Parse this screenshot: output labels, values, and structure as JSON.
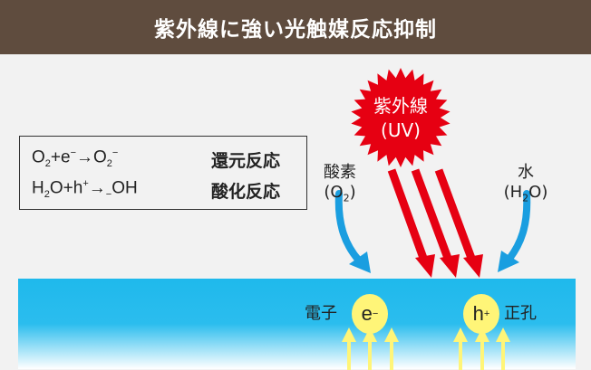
{
  "header": {
    "title": "紫外線に強い光触媒反応抑制"
  },
  "equations": [
    {
      "formula": {
        "a": "O",
        "a_sub": "2",
        "b": "+e",
        "b_sup": "−",
        "c": "→O",
        "c_sub": "2",
        "c_sup": "−"
      },
      "reaction": "還元反応"
    },
    {
      "formula": {
        "a": "H",
        "a_sub": "2",
        "b": "O+h",
        "b_sup": "+",
        "c": "→",
        "c_sub": "−",
        "d": "OH"
      },
      "reaction": "酸化反応"
    }
  ],
  "uv": {
    "line1": "紫外線",
    "line2": "(UV)"
  },
  "oxygen": {
    "line1": "酸素",
    "line2_open": "(O",
    "line2_sub": "2",
    "line2_close": ")"
  },
  "water": {
    "line1": "水",
    "line2_open": "(H",
    "line2_sub": "2",
    "line2_close": "O)"
  },
  "electron": {
    "label": "電子",
    "symbol": "e",
    "sup": "−"
  },
  "hole": {
    "label": "正孔",
    "symbol": "h",
    "sup": "+"
  },
  "colors": {
    "header": "#5f4c3e",
    "uv_red": "#e60012",
    "blue_arrow": "#1a9ee0",
    "yellow": "#fff578",
    "slab": "#1fb9ec"
  }
}
